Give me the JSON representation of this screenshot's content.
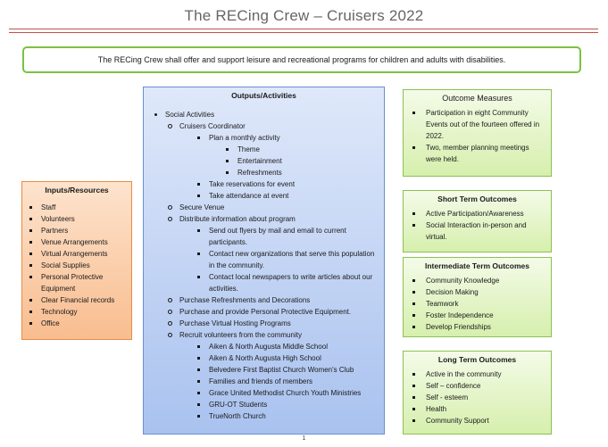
{
  "title": "The RECing Crew – Cruisers 2022",
  "mission": "The RECing Crew shall offer and support leisure and recreational programs for children and adults with disabilities.",
  "inputs": {
    "heading": "Inputs/Resources",
    "items": [
      "Staff",
      "Volunteers",
      "Partners",
      "Venue Arrangements",
      "Virtual Arrangements",
      "Social Supplies",
      "Personal Protective Equipment",
      "Clear Financial records",
      "Technology",
      "Office"
    ]
  },
  "outputs": {
    "heading": "Outputs/Activities",
    "top": "Social Activities",
    "coordinator": "Cruisers Coordinator",
    "plan": "Plan a monthly activity",
    "plan_items": [
      "Theme",
      "Entertainment",
      "Refreshments"
    ],
    "reservations": "Take reservations for event",
    "attendance": "Take attendance at event",
    "venue": "Secure Venue",
    "distribute": "Distribute information about program",
    "distribute_items": [
      "Send out flyers by mail and email to current participants.",
      "Contact new organizations that serve this population in the community.",
      "Contact local newspapers to write articles about our activities."
    ],
    "purchase_refreshments": "Purchase Refreshments and Decorations",
    "purchase_ppe": "Purchase and provide Personal Protective Equipment.",
    "purchase_virtual": "Purchase Virtual Hosting Programs",
    "recruit": "Recruit volunteers from the community",
    "recruit_items": [
      "Aiken & North Augusta Middle School",
      "Aiken & North Augusta High School",
      "Belvedere First Baptist Church Women's Club",
      "Families and friends of members",
      "Grace United Methodist Church Youth Ministries",
      "GRU-OT Students",
      "TrueNorth Church"
    ]
  },
  "outcome_measures": {
    "heading": "Outcome  Measures",
    "items": [
      "Participation in eight Community Events out of the fourteen offered in 2022.",
      "Two, member planning meetings were held."
    ]
  },
  "short_term": {
    "heading": "Short Term Outcomes",
    "items": [
      "Active Participation/Awareness",
      "Social Interaction in-person and virtual."
    ]
  },
  "intermediate_term": {
    "heading": "Intermediate Term Outcomes",
    "items": [
      "Community Knowledge",
      "Decision Making",
      "Teamwork",
      "Foster Independence",
      "Develop Friendships"
    ]
  },
  "long_term": {
    "heading": "Long Term Outcomes",
    "items": [
      "Active in the community",
      "Self – confidence",
      "Self - esteem",
      "Health",
      "Community Support"
    ]
  },
  "page_number": "1"
}
